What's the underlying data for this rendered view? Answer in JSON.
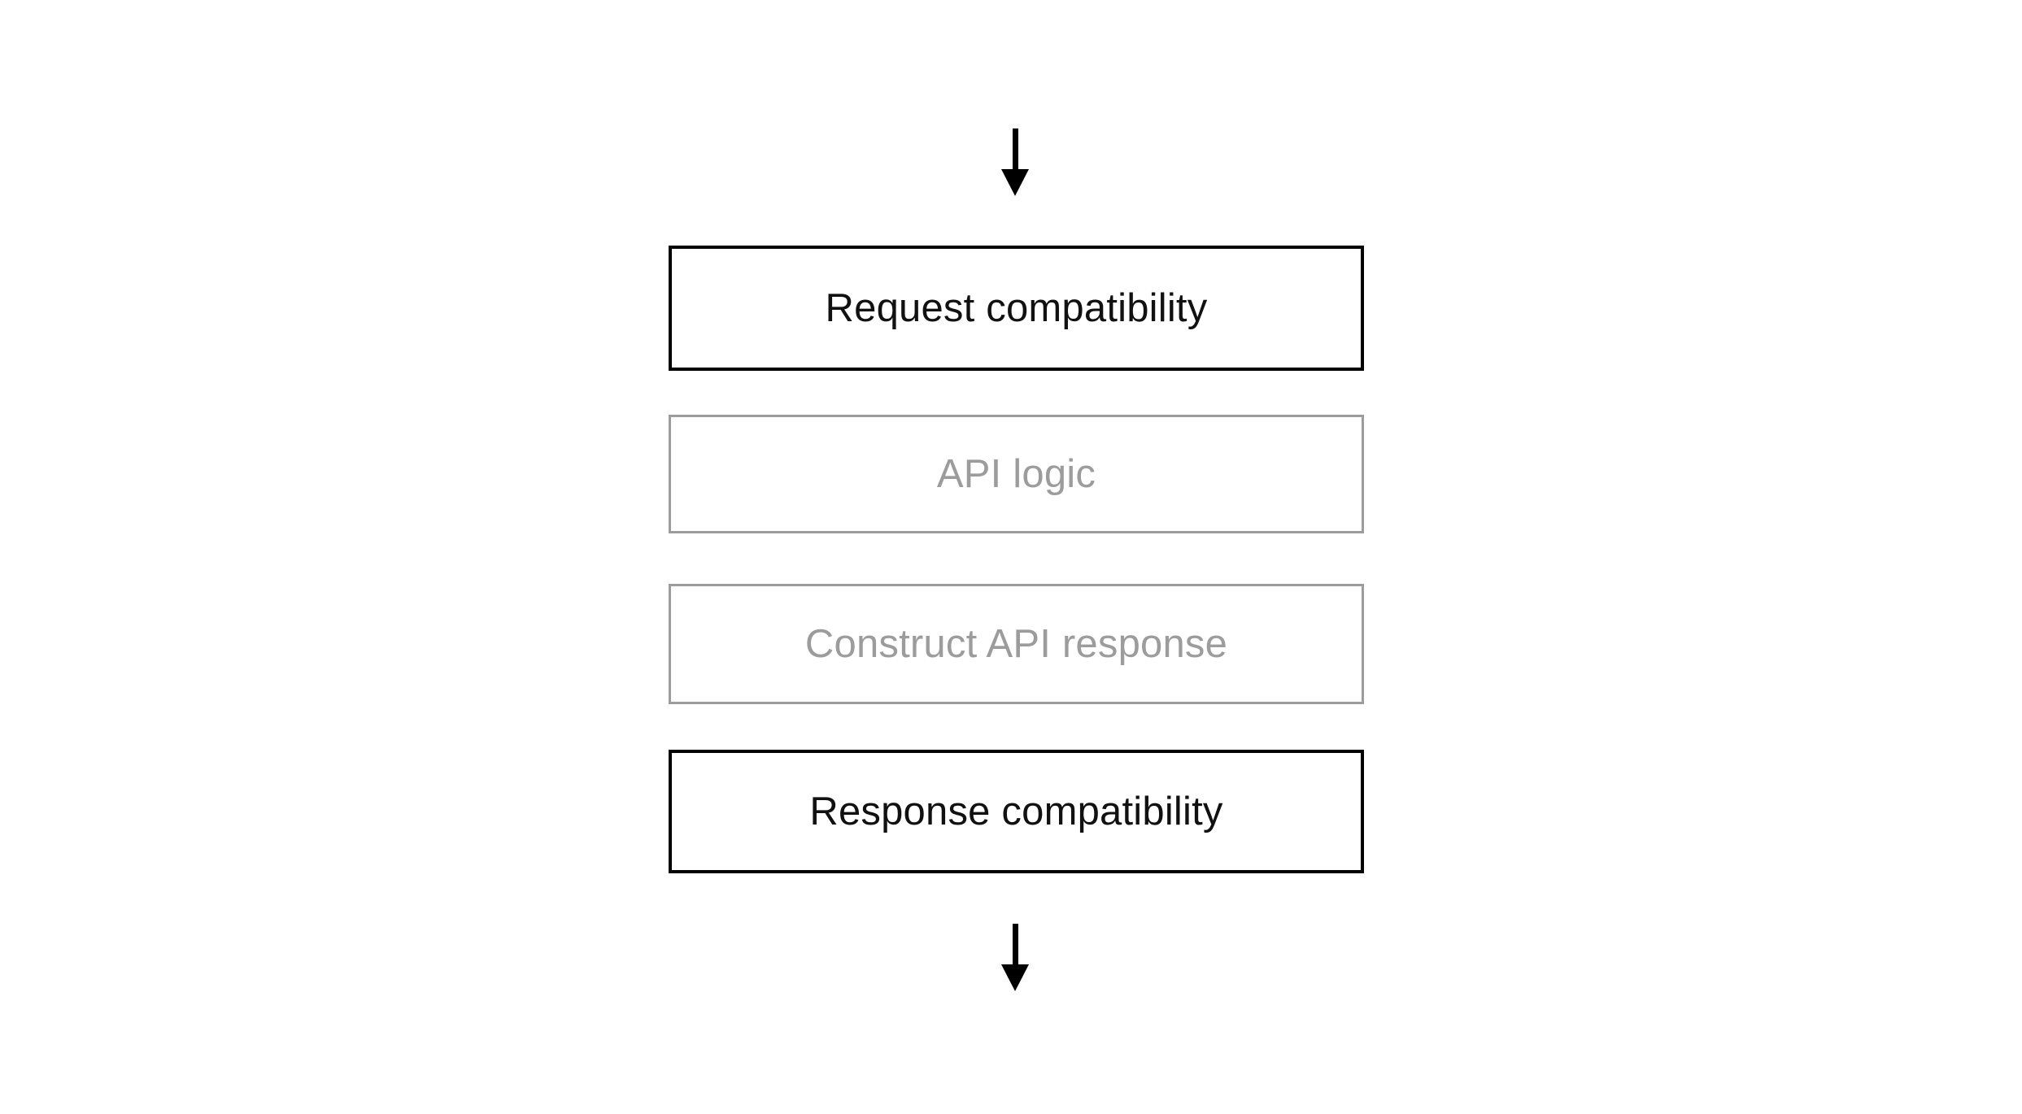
{
  "diagram": {
    "type": "flowchart",
    "orientation": "vertical",
    "background_color": "#ffffff",
    "active_color": "#000000",
    "dimmed_color": "#9c9c9c",
    "nodes": [
      {
        "id": "request-compatibility",
        "label": "Request compatibility",
        "state": "highlighted",
        "border_color": "#000000",
        "text_color": "#111111"
      },
      {
        "id": "api-logic",
        "label": "API logic",
        "state": "dimmed",
        "border_color": "#9c9c9c",
        "text_color": "#9c9c9c"
      },
      {
        "id": "construct-api-response",
        "label": "Construct API response",
        "state": "dimmed",
        "border_color": "#9c9c9c",
        "text_color": "#9c9c9c"
      },
      {
        "id": "response-compatibility",
        "label": "Response compatibility",
        "state": "highlighted",
        "border_color": "#000000",
        "text_color": "#111111"
      }
    ],
    "connectors": [
      {
        "id": "inbound-arrow",
        "icon": "arrow-down-icon",
        "position": "top",
        "color": "#000000"
      },
      {
        "id": "outbound-arrow",
        "icon": "arrow-down-icon",
        "position": "bottom",
        "color": "#000000"
      }
    ]
  }
}
